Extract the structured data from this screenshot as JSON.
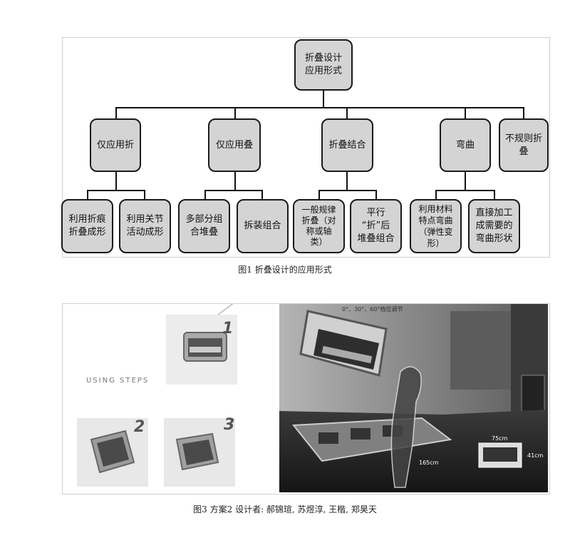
{
  "figure1": {
    "caption": "图1 折叠设计的应用形式",
    "root": "折叠设计\n应用形式",
    "level1": [
      "仅应用折",
      "仅应用叠",
      "折叠结合",
      "弯曲",
      "不规则折\n叠"
    ],
    "level2": [
      "利用折痕\n折叠成形",
      "利用关节\n活动成形",
      "多部分组\n合堆叠",
      "拆装组合",
      "一般规律\n折叠（对\n称或轴\n类）",
      "平行\n“折”后\n堆叠组合",
      "利用材料\n特点弯曲\n（弹性变\n形）",
      "直接加工\n成需要的\n弯曲形状"
    ]
  },
  "figure3": {
    "caption": "图3 方案2 设计者: 郝锦瑄, 苏煜淳, 王楷, 郑昊天",
    "using_steps": "USING STEPS",
    "steps": [
      "1",
      "2",
      "3"
    ],
    "angle_note": "0°、30°、60°档位调节",
    "dim_width": "75cm",
    "dim_height": "41cm",
    "dim_depth": "165cm"
  }
}
